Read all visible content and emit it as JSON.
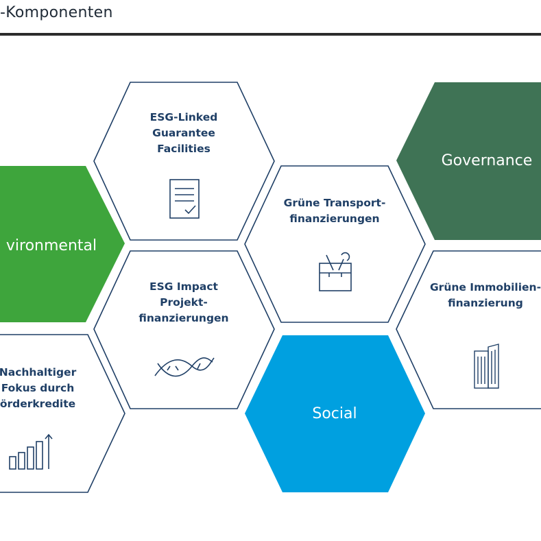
{
  "title": "-Komponenten",
  "colors": {
    "environmental": "#3ea53c",
    "governance": "#3f7355",
    "social": "#00a0e0",
    "outline": "#1f3f66"
  },
  "hexagons": {
    "environmental": {
      "label": "vironmental"
    },
    "governance": {
      "label": "Governance"
    },
    "social": {
      "label": "Social"
    },
    "esg_linked": {
      "lines": [
        "ESG-Linked",
        "Guarantee",
        "Facilities"
      ],
      "icon": "document-check-icon"
    },
    "gruene_transport": {
      "lines": [
        "Grüne Transport-",
        "finanzierungen"
      ],
      "icon": "toolbox-icon"
    },
    "esg_impact": {
      "lines": [
        "ESG Impact",
        "Projekt-",
        "finanzierungen"
      ],
      "icon": "dna-icon"
    },
    "gruene_immobilien": {
      "lines": [
        "Grüne Immobilien-",
        "finanzierung"
      ],
      "icon": "buildings-icon"
    },
    "nachhaltiger_fokus": {
      "lines": [
        "Nachhaltiger",
        "Fokus durch",
        "örderkredite"
      ],
      "icon": "growth-chart-icon"
    }
  }
}
